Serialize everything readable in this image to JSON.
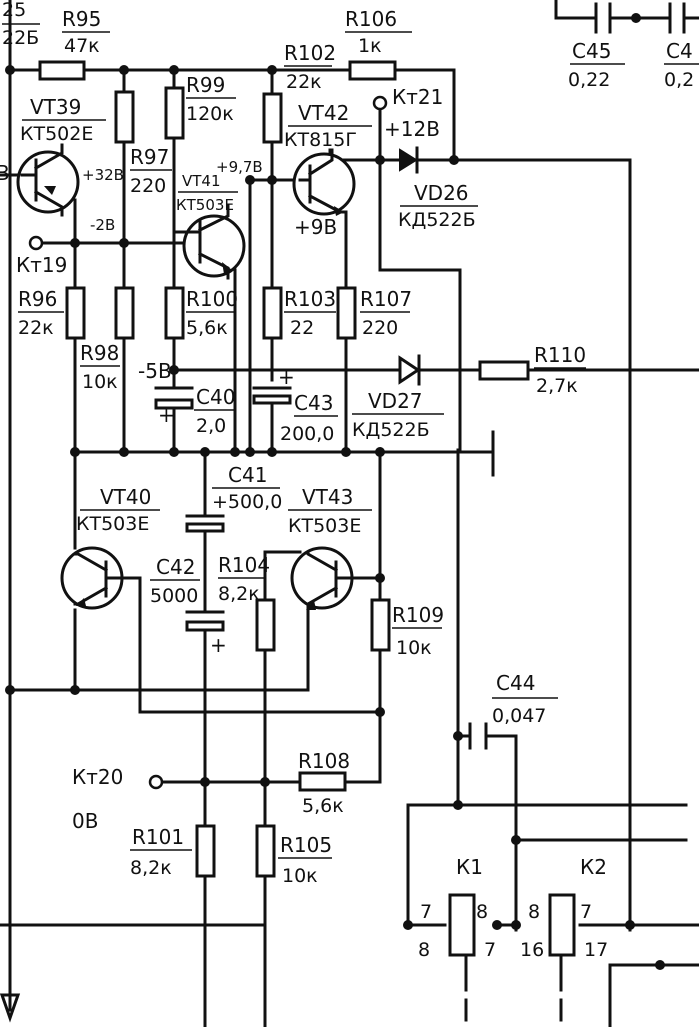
{
  "edge": {
    "top_left_a": "25",
    "top_left_b": "22Б",
    "left_voltage": "В"
  },
  "resistors": {
    "R95": {
      "name": "R95",
      "value": "47к"
    },
    "R106": {
      "name": "R106",
      "value": "1к"
    },
    "R102": {
      "name": "R102",
      "value": "22к"
    },
    "R99": {
      "name": "R99",
      "value": "120к"
    },
    "R97": {
      "name": "R97",
      "value": "220"
    },
    "R96": {
      "name": "R96",
      "value": "22к"
    },
    "R98": {
      "name": "R98",
      "value": "10к"
    },
    "R100": {
      "name": "R100",
      "value": "5,6к"
    },
    "R103": {
      "name": "R103",
      "value": "22"
    },
    "R107": {
      "name": "R107",
      "value": "220"
    },
    "R110": {
      "name": "R110",
      "value": "2,7к"
    },
    "R104": {
      "name": "R104",
      "value": "8,2к"
    },
    "R109": {
      "name": "R109",
      "value": "10к"
    },
    "R108": {
      "name": "R108",
      "value": "5,6к"
    },
    "R101": {
      "name": "R101",
      "value": "8,2к"
    },
    "R105": {
      "name": "R105",
      "value": "10к"
    }
  },
  "capacitors": {
    "C45": {
      "name": "C45",
      "value": "0,22"
    },
    "C4x": {
      "name": "C4",
      "value": "0,2"
    },
    "C40": {
      "name": "C40",
      "value": "2,0"
    },
    "C43": {
      "name": "C43",
      "value": "200,0"
    },
    "C41": {
      "name": "C41",
      "value": "+500,0"
    },
    "C42": {
      "name": "C42",
      "value": "5000"
    },
    "C44": {
      "name": "C44",
      "value": "0,047"
    }
  },
  "transistors": {
    "VT39": {
      "name": "VT39",
      "type": "КТ502Е"
    },
    "VT41": {
      "name": "VT41",
      "type": "КТ503Е"
    },
    "VT42": {
      "name": "VT42",
      "type": "КТ815Г"
    },
    "VT40": {
      "name": "VT40",
      "type": "КТ503Е"
    },
    "VT43": {
      "name": "VT43",
      "type": "КТ503Е"
    }
  },
  "diodes": {
    "VD26": {
      "name": "VD26",
      "type": "КД522Б"
    },
    "VD27": {
      "name": "VD27",
      "type": "КД522Б"
    }
  },
  "test_points": {
    "kt21": {
      "name": "Кт21",
      "voltage": "+12В"
    },
    "kt19": {
      "name": "Кт19"
    },
    "kt20": {
      "name": "Кт20",
      "voltage": "0В"
    }
  },
  "voltages": {
    "vt39_emitter": "+32В",
    "vt39_base": "-2В",
    "vt41_collector": "+9,7В",
    "vt42_emitter": "+9В",
    "node_minus5": "-5В"
  },
  "relays": {
    "k1": {
      "name": "К1",
      "pin_a": "7",
      "pin_b": "8",
      "pin_c": "8",
      "pin_d": "7"
    },
    "k2": {
      "name": "К2",
      "pin_a": "8",
      "pin_b": "7",
      "pin_c": "16",
      "pin_d": "17"
    }
  },
  "polarity": {
    "plus": "+"
  }
}
